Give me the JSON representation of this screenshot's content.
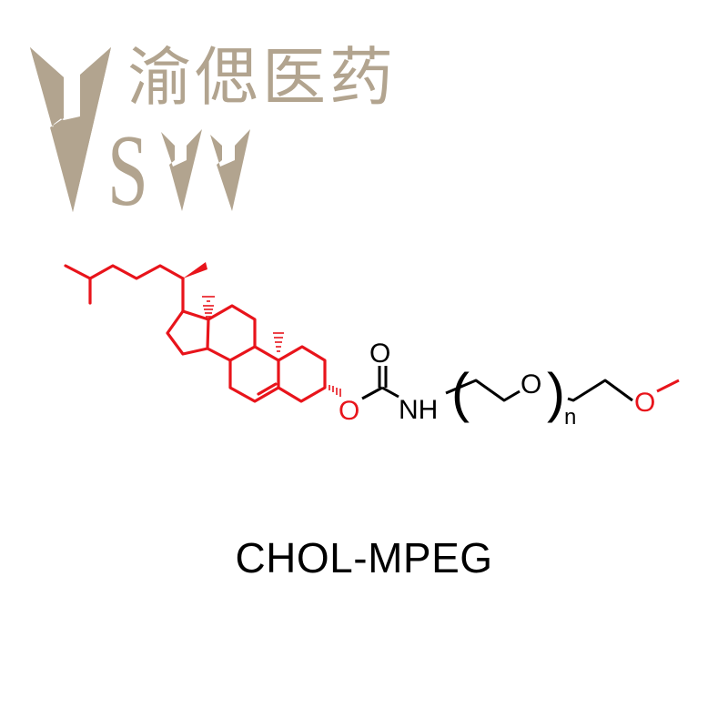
{
  "logo": {
    "company_name_cn": "渝偲医药",
    "letter_mark": "S",
    "brand_color": "#b2a48f"
  },
  "structure": {
    "cholesterol_color": "#e8141b",
    "peg_color": "#000000",
    "labels": {
      "ester_oxygen": "O",
      "carbonyl_oxygen": "O",
      "amine": "NH",
      "peg_oxygen": "O",
      "repeat_open": "(",
      "repeat_close": ")",
      "repeat_subscript": "n",
      "methoxy_oxygen": "O"
    }
  },
  "title": "CHOL-MPEG"
}
